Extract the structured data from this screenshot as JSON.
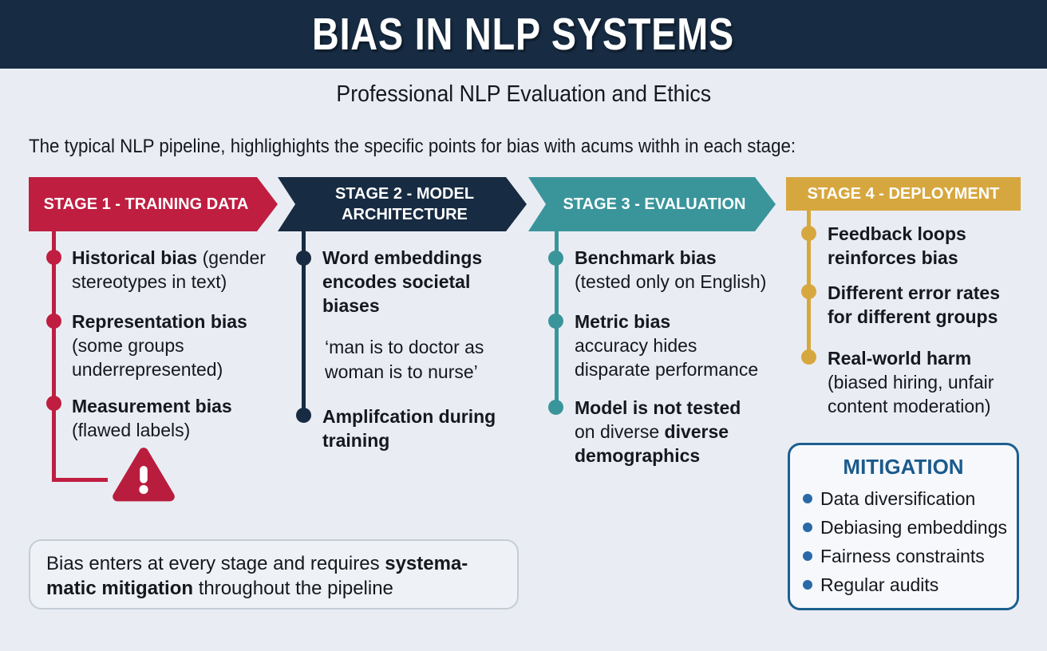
{
  "header": {
    "title": "BIAS IN NLP SYSTEMS",
    "subtitle": "Professional NLP Evaluation and Ethics"
  },
  "intro": "The typical NLP pipeline, highlighights the specific points for bias with acums withh in each stage:",
  "stages": [
    {
      "label": "STAGE 1 - TRAINING DATA",
      "color": "#bf1e41",
      "items": [
        {
          "b": "Historical bias",
          "r": " (gender stereotypes in text)"
        },
        {
          "b": "Representation bias",
          "r": "(some groups underrepresented)"
        },
        {
          "b": "Measurement bias",
          "r": "(flawed labels)"
        }
      ]
    },
    {
      "label": "STAGE 2 - MODEL ARCHITECTURE",
      "color": "#172b42",
      "items": [
        {
          "b": "Word embeddings encodes societal biases"
        },
        {
          "quote": "‘man is to doctor as woman is to nurse’"
        },
        {
          "b": "Amplifcation during training"
        }
      ]
    },
    {
      "label": "STAGE 3 - EVALUATION",
      "color": "#3a959b",
      "items": [
        {
          "b": "Benchmark bias",
          "r": "(tested only on English)"
        },
        {
          "b": "Metric bias",
          "r": "accuracy hides disparate performance"
        },
        {
          "b": "Model is not tested",
          "r": "on diverse ",
          "b2": "diverse demographics"
        }
      ]
    },
    {
      "label": "STAGE 4 - DEPLOYMENT",
      "color": "#d7a73f",
      "items": [
        {
          "b": "Feedback loops reinforces bias"
        },
        {
          "b": "Different error rates for different groups"
        },
        {
          "b": "Real-world harm",
          "r": "(biased hiring, unfair content moderation)"
        }
      ]
    }
  ],
  "warning": {
    "icon": "warning-triangle",
    "color": "#b91d3e"
  },
  "mitigation": {
    "title": "MITIGATION",
    "items": [
      "Data diversification",
      "Debiasing embeddings",
      "Fairness constraints",
      "Regular audits"
    ]
  },
  "footer": {
    "pre": "Bias enters at every stage and requires ",
    "bold": "systema-matic mitigation",
    "post": " throughout the pipeline"
  },
  "colors": {
    "banner": "#172b42",
    "background": "#e9edf3",
    "stage1": "#bf1e41",
    "stage2": "#172b42",
    "stage3": "#3a959b",
    "stage4": "#d7a73f",
    "warning": "#b91d3e",
    "mitigation_accent": "#1d5f90",
    "mitigation_bullet": "#2a69a8"
  }
}
